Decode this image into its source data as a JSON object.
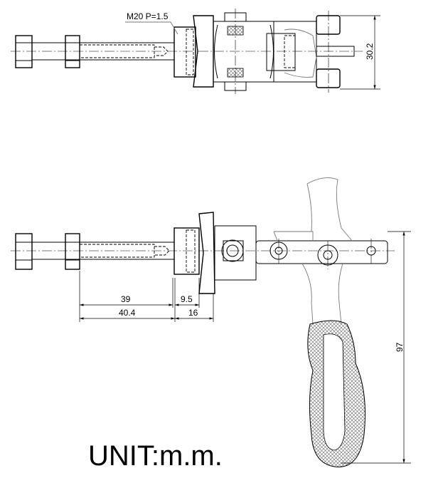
{
  "thread_label": "M20 P=1.5",
  "dimensions": {
    "height_top": "30.2",
    "handle_height": "97",
    "d39": "39",
    "d40_4": "40.4",
    "d9_5": "9.5",
    "d16": "16"
  },
  "unit_label": "UNIT:m.m."
}
